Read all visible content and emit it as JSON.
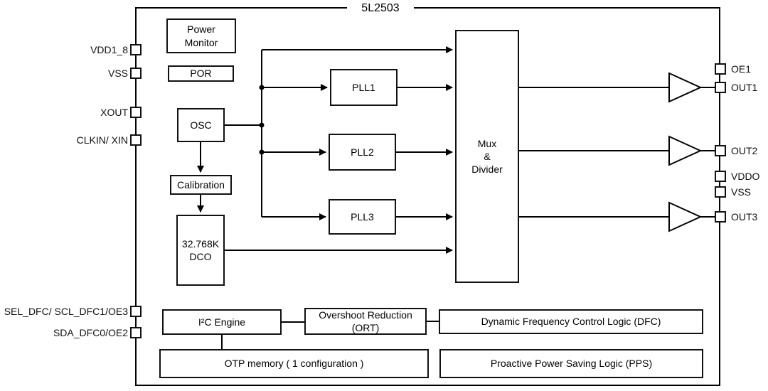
{
  "title": "5L2503",
  "palette": {
    "stroke": "#000000",
    "background": "#ffffff"
  },
  "blocks": {
    "power_monitor": {
      "label": "Power\nMonitor"
    },
    "por": {
      "label": "POR"
    },
    "osc": {
      "label": "OSC"
    },
    "calibration": {
      "label": "Calibration"
    },
    "dco": {
      "label": "32.768K\nDCO"
    },
    "pll1": {
      "label": "PLL1"
    },
    "pll2": {
      "label": "PLL2"
    },
    "pll3": {
      "label": "PLL3"
    },
    "mux": {
      "label": "Mux\n&\nDivider"
    },
    "i2c": {
      "label": "I²C Engine"
    },
    "ort": {
      "label": "Overshoot Reduction\n(ORT)"
    },
    "dfc": {
      "label": "Dynamic Frequency Control Logic (DFC)"
    },
    "otp": {
      "label": "OTP memory ( 1 configuration )"
    },
    "pps": {
      "label": "Proactive Power Saving Logic (PPS)"
    }
  },
  "pins": {
    "left": [
      {
        "label": "VDD1_8"
      },
      {
        "label": "VSS"
      },
      {
        "label": "XOUT"
      },
      {
        "label": "CLKIN/ XIN"
      },
      {
        "label": "SEL_DFC/ SCL_DFC1/OE3"
      },
      {
        "label": "SDA_DFC0/OE2"
      }
    ],
    "right": [
      {
        "label": "OE1"
      },
      {
        "label": "OUT1"
      },
      {
        "label": "OUT2"
      },
      {
        "label": "VDDO"
      },
      {
        "label": "VSS"
      },
      {
        "label": "OUT3"
      }
    ]
  }
}
